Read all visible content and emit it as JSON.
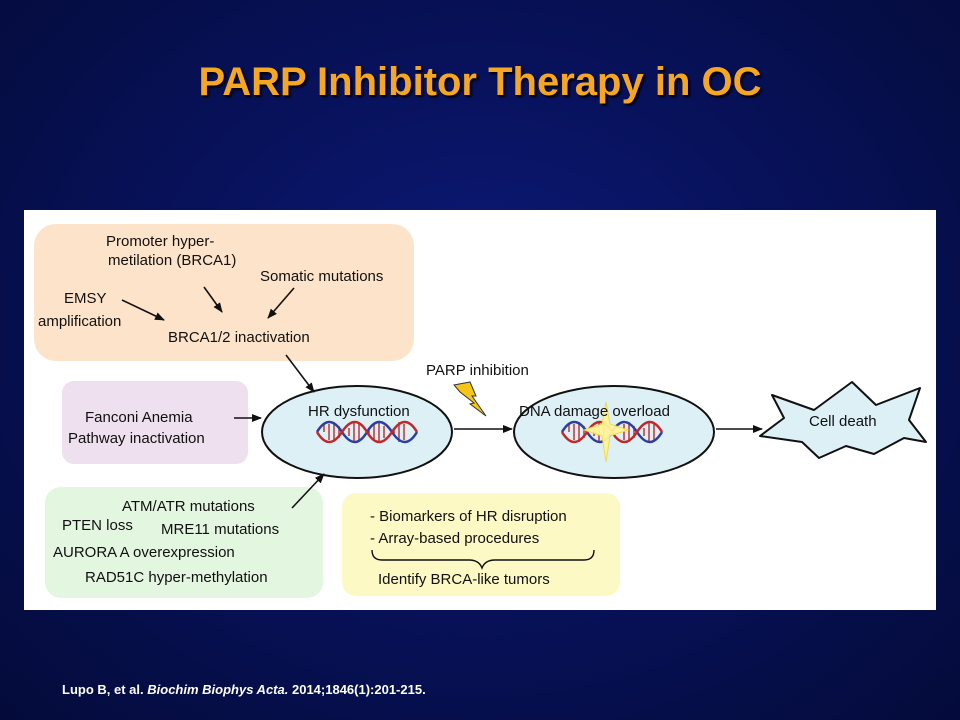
{
  "slide": {
    "title": "PARP Inhibitor Therapy in OC"
  },
  "diagram": {
    "causes_box": {
      "promoter_line1": "Promoter hyper-",
      "promoter_line2": "metilation (BRCA1)",
      "somatic": "Somatic mutations",
      "emsy_line1": "EMSY",
      "emsy_line2": "amplification",
      "brca": "BRCA1/2 inactivation"
    },
    "fanconi_box": {
      "line1": "Fanconi Anemia",
      "line2": "Pathway inactivation"
    },
    "mutations_box": {
      "atm": "ATM/ATR mutations",
      "pten": "PTEN loss",
      "mre11": "MRE11 mutations",
      "aurora": "AURORA A overexpression",
      "rad51c": "RAD51C hyper-methylation"
    },
    "hr_node": "HR dysfunction",
    "parp_label": "PARP inhibition",
    "dna_node": "DNA damage overload",
    "cell_node": "Cell death",
    "biomarkers_box": {
      "line1": "- Biomarkers of HR disruption",
      "line2": "- Array-based procedures",
      "line3": "Identify BRCA-like tumors"
    },
    "colors": {
      "causes_fill": "#fde3c9",
      "fanconi_fill": "#eee0ee",
      "mutations_fill": "#e3f6e0",
      "biomarkers_fill": "#fdf9c4",
      "node_fill": "#ddf0f6",
      "dna_red": "#c0282a",
      "dna_blue": "#2c3f9e"
    }
  },
  "citation": {
    "authors": "Lupo B, et al.",
    "journal": "Biochim Biophys Acta.",
    "details": "2014;1846(1):201-215."
  }
}
